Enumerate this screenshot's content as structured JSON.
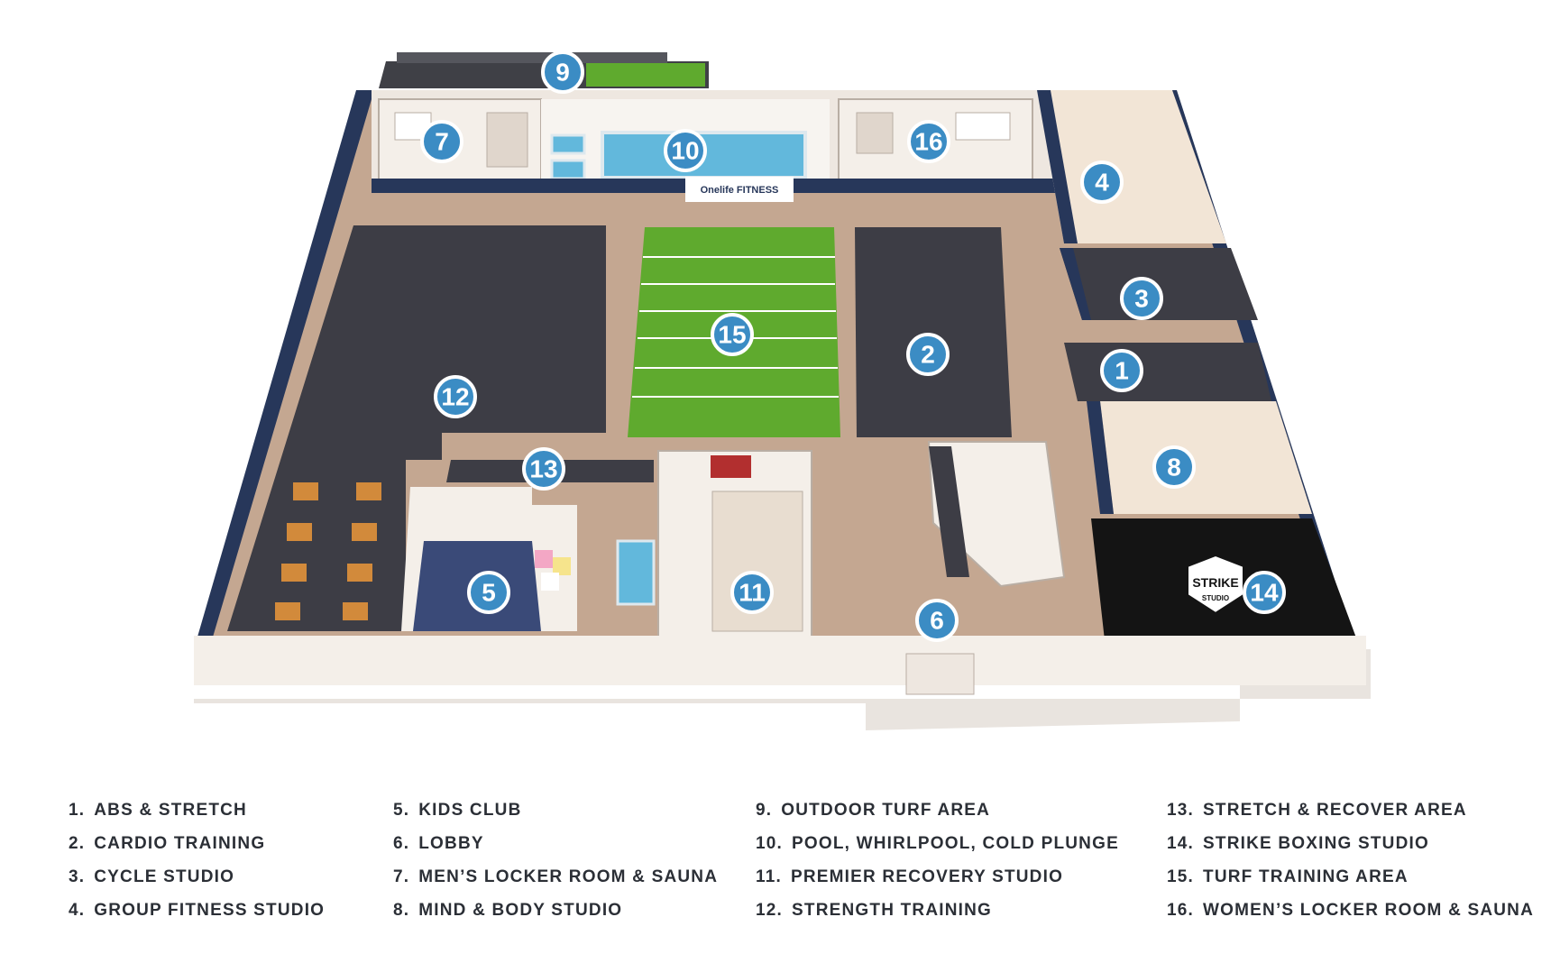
{
  "markers": [
    {
      "num": "1"
    },
    {
      "num": "2"
    },
    {
      "num": "3"
    },
    {
      "num": "4"
    },
    {
      "num": "5"
    },
    {
      "num": "6"
    },
    {
      "num": "7"
    },
    {
      "num": "8"
    },
    {
      "num": "9"
    },
    {
      "num": "10"
    },
    {
      "num": "11"
    },
    {
      "num": "12"
    },
    {
      "num": "13"
    },
    {
      "num": "14"
    },
    {
      "num": "15"
    },
    {
      "num": "16"
    }
  ],
  "signage": {
    "brand_wall": "Onelife FITNESS",
    "strike_logo_main": "STRIKE",
    "strike_logo_sub": "STUDIO"
  },
  "legend": {
    "columns": [
      [
        {
          "num": "1.",
          "label": "ABS & STRETCH"
        },
        {
          "num": "2.",
          "label": "CARDIO TRAINING"
        },
        {
          "num": "3.",
          "label": "CYCLE STUDIO"
        },
        {
          "num": "4.",
          "label": "GROUP FITNESS STUDIO"
        }
      ],
      [
        {
          "num": "5.",
          "label": "KIDS CLUB"
        },
        {
          "num": "6.",
          "label": "LOBBY"
        },
        {
          "num": "7.",
          "label": "MEN’S LOCKER ROOM & SAUNA"
        },
        {
          "num": "8.",
          "label": "MIND & BODY STUDIO"
        }
      ],
      [
        {
          "num": "9.",
          "label": "OUTDOOR TURF AREA"
        },
        {
          "num": "10.",
          "label": "POOL, WHIRLPOOL, COLD PLUNGE"
        },
        {
          "num": "11.",
          "label": "PREMIER RECOVERY STUDIO"
        },
        {
          "num": "12.",
          "label": "STRENGTH TRAINING"
        }
      ],
      [
        {
          "num": "13.",
          "label": "STRETCH & RECOVER AREA"
        },
        {
          "num": "14.",
          "label": "STRIKE BOXING STUDIO"
        },
        {
          "num": "15.",
          "label": "TURF TRAINING AREA"
        },
        {
          "num": "16.",
          "label": "WOMEN’S LOCKER ROOM & SAUNA"
        }
      ]
    ]
  },
  "colors": {
    "marker": "#3b8cc4",
    "gym_floor": "#3d3d45",
    "turf": "#5faa2e",
    "pool": "#62b8dc",
    "wood_floor": "#c4a791",
    "wall_navy": "#27375a",
    "legend_text": "#2b2f36"
  }
}
